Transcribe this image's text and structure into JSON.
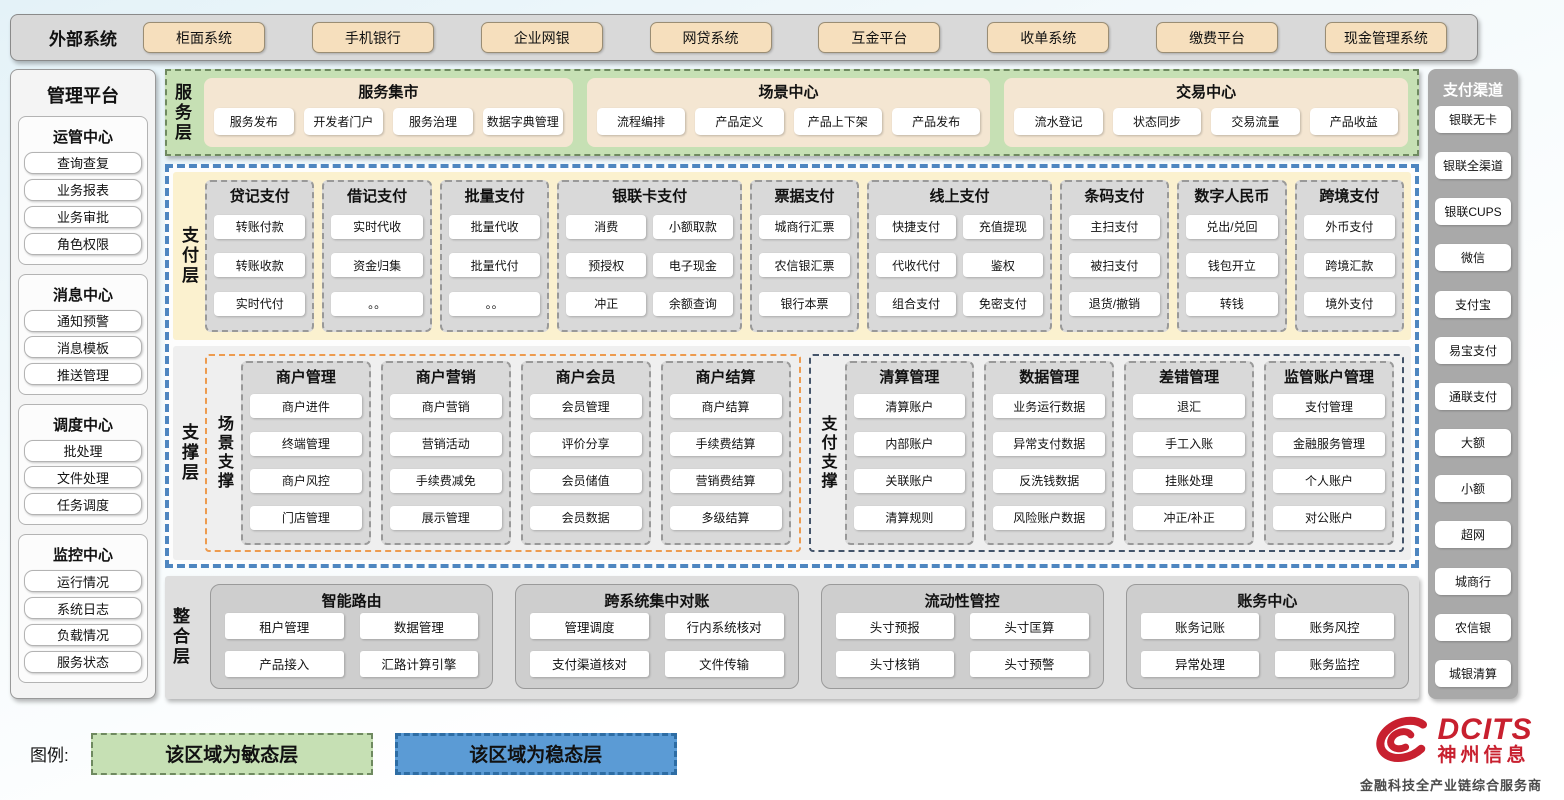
{
  "external_systems": {
    "title": "外部系统",
    "items": [
      "柜面系统",
      "手机银行",
      "企业网银",
      "网贷系统",
      "互金平台",
      "收单系统",
      "缴费平台",
      "现金管理系统"
    ]
  },
  "management_platform": {
    "title": "管理平台",
    "groups": [
      {
        "title": "运管中心",
        "items": [
          "查询查复",
          "业务报表",
          "业务审批",
          "角色权限"
        ]
      },
      {
        "title": "消息中心",
        "items": [
          "通知预警",
          "消息模板",
          "推送管理"
        ]
      },
      {
        "title": "调度中心",
        "items": [
          "批处理",
          "文件处理",
          "任务调度"
        ]
      },
      {
        "title": "监控中心",
        "items": [
          "运行情况",
          "系统日志",
          "负载情况",
          "服务状态"
        ]
      }
    ]
  },
  "service_layer": {
    "label": "服务层",
    "panels": [
      {
        "title": "服务集市",
        "items": [
          "服务发布",
          "开发者门户",
          "服务治理",
          "数据字典管理"
        ]
      },
      {
        "title": "场景中心",
        "items": [
          "流程编排",
          "产品定义",
          "产品上下架",
          "产品发布"
        ]
      },
      {
        "title": "交易中心",
        "items": [
          "流水登记",
          "状态同步",
          "交易流量",
          "产品收益"
        ]
      }
    ]
  },
  "payment_layer": {
    "label": "支付层",
    "groups": [
      {
        "title": "贷记支付",
        "cols": 1,
        "items": [
          "转账付款",
          "转账收款",
          "实时代付"
        ]
      },
      {
        "title": "借记支付",
        "cols": 1,
        "items": [
          "实时代收",
          "资金归集",
          "。。"
        ]
      },
      {
        "title": "批量支付",
        "cols": 1,
        "items": [
          "批量代收",
          "批量代付",
          "。。"
        ]
      },
      {
        "title": "银联卡支付",
        "cols": 2,
        "items": [
          "消费",
          "小额取款",
          "预授权",
          "电子现金",
          "冲正",
          "余额查询"
        ]
      },
      {
        "title": "票据支付",
        "cols": 1,
        "items": [
          "城商行汇票",
          "农信银汇票",
          "银行本票"
        ]
      },
      {
        "title": "线上支付",
        "cols": 2,
        "items": [
          "快捷支付",
          "充值提现",
          "代收代付",
          "鉴权",
          "组合支付",
          "免密支付"
        ]
      },
      {
        "title": "条码支付",
        "cols": 1,
        "items": [
          "主扫支付",
          "被扫支付",
          "退货/撤销"
        ]
      },
      {
        "title": "数字人民币",
        "cols": 1,
        "items": [
          "兑出/兑回",
          "钱包开立",
          "转钱"
        ]
      },
      {
        "title": "跨境支付",
        "cols": 1,
        "items": [
          "外币支付",
          "跨境汇款",
          "境外支付"
        ]
      }
    ]
  },
  "support_layer": {
    "label": "支撑层",
    "zones": [
      {
        "label": "场景支撑",
        "accent": "#ED9B4F",
        "groups": [
          {
            "title": "商户管理",
            "items": [
              "商户进件",
              "终端管理",
              "商户风控",
              "门店管理"
            ]
          },
          {
            "title": "商户营销",
            "items": [
              "商户营销",
              "营销活动",
              "手续费减免",
              "展示管理"
            ]
          },
          {
            "title": "商户会员",
            "items": [
              "会员管理",
              "评价分享",
              "会员储值",
              "会员数据"
            ]
          },
          {
            "title": "商户结算",
            "items": [
              "商户结算",
              "手续费结算",
              "营销费结算",
              "多级结算"
            ]
          }
        ]
      },
      {
        "label": "支付支撑",
        "accent": "#44546A",
        "groups": [
          {
            "title": "清算管理",
            "items": [
              "清算账户",
              "内部账户",
              "关联账户",
              "清算规则"
            ]
          },
          {
            "title": "数据管理",
            "items": [
              "业务运行数据",
              "异常支付数据",
              "反洗钱数据",
              "风险账户数据"
            ]
          },
          {
            "title": "差错管理",
            "items": [
              "退汇",
              "手工入账",
              "挂账处理",
              "冲正/补正"
            ]
          },
          {
            "title": "监管账户管理",
            "items": [
              "支付管理",
              "金融服务管理",
              "个人账户",
              "对公账户"
            ]
          }
        ]
      }
    ]
  },
  "integration_layer": {
    "label": "整合层",
    "panels": [
      {
        "title": "智能路由",
        "items": [
          "租户管理",
          "数据管理",
          "产品接入",
          "汇路计算引擎"
        ]
      },
      {
        "title": "跨系统集中对账",
        "items": [
          "管理调度",
          "行内系统核对",
          "支付渠道核对",
          "文件传输"
        ]
      },
      {
        "title": "流动性管控",
        "items": [
          "头寸预报",
          "头寸匡算",
          "头寸核销",
          "头寸预警"
        ]
      },
      {
        "title": "账务中心",
        "items": [
          "账务记账",
          "账务风控",
          "异常处理",
          "账务监控"
        ]
      }
    ]
  },
  "payment_channels": {
    "title": "支付渠道",
    "items": [
      "银联无卡",
      "银联全渠道",
      "银联CUPS",
      "微信",
      "支付宝",
      "易宝支付",
      "通联支付",
      "大额",
      "小额",
      "超网",
      "城商行",
      "农信银",
      "城银清算"
    ]
  },
  "legend": {
    "label": "图例:",
    "agile": "该区域为敏态层",
    "stable": "该区域为稳态层"
  },
  "logo": {
    "brand": "DCITS",
    "name": "神州信息",
    "tagline": "金融科技全产业链综合服务商"
  },
  "colors": {
    "agile_green": "#C6E0B4",
    "stable_blue": "#5B9BD5",
    "tan_button": "#F6DFBD",
    "payment_cream": "#FBF1CF",
    "panel_gray": "#D9D9D9",
    "channel_gray": "#A9A9A9",
    "scene_accent_orange": "#ED9B4F",
    "payment_support_accent": "#44546A",
    "brand_red": "#C8202F"
  }
}
